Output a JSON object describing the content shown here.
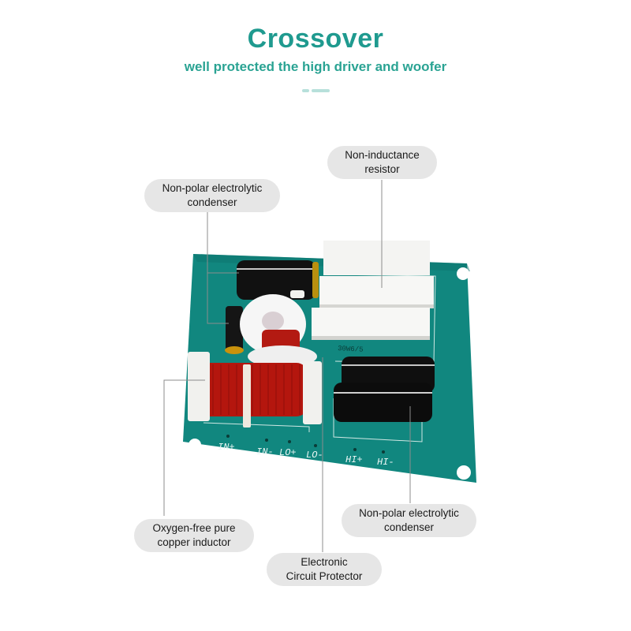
{
  "header": {
    "title": "Crossover",
    "subtitle": "well protected the high driver and woofer"
  },
  "colors": {
    "accent": "#1f9a8f",
    "pcb": "#11877f",
    "callout_bg": "#e6e6e6",
    "leader_line": "#8c8c8c"
  },
  "callouts": [
    {
      "id": "non-inductance-resistor",
      "text": "Non-inductance\nresistor"
    },
    {
      "id": "non-polar-condenser-top",
      "text": "Non-polar electrolytic\ncondenser"
    },
    {
      "id": "copper-inductor",
      "text": "Oxygen-free pure\ncopper inductor"
    },
    {
      "id": "circuit-protector",
      "text": "Electronic\nCircuit Protector"
    },
    {
      "id": "non-polar-condenser-bottom",
      "text": "Non-polar electrolytic\ncondenser"
    }
  ],
  "board": {
    "terminals": [
      "IN+",
      "IN-",
      "LO+",
      "LO-",
      "HI+",
      "HI-"
    ],
    "resistor_marking": "30W6/5"
  }
}
